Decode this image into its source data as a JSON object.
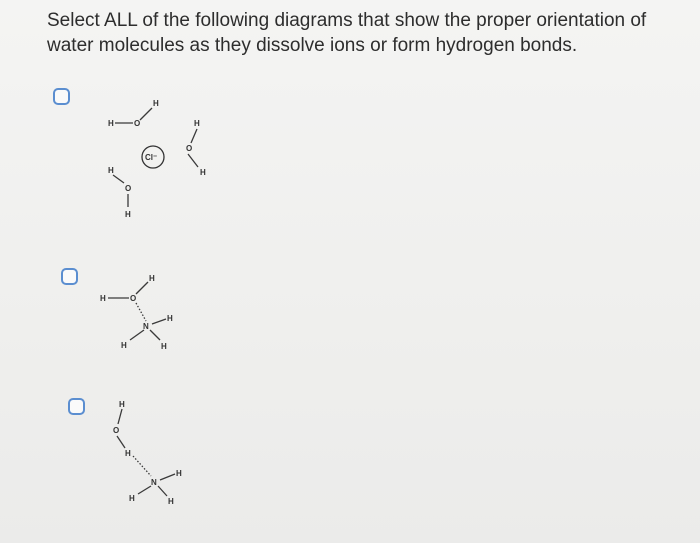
{
  "question": {
    "text": "Select ALL of the following diagrams that show the proper orientation of water molecules as they dissolve ions or form hydrogen bonds."
  },
  "options": [
    {
      "id": "option-a",
      "checked": false,
      "diagram": {
        "ion_label": "Cl⁻",
        "atoms": {
          "H": "H",
          "O": "O"
        }
      }
    },
    {
      "id": "option-b",
      "checked": false,
      "diagram": {
        "atoms": {
          "H": "H",
          "O": "O",
          "N": "N"
        }
      }
    },
    {
      "id": "option-c",
      "checked": false,
      "diagram": {
        "atoms": {
          "H": "H",
          "O": "O",
          "N": "N"
        }
      }
    }
  ],
  "colors": {
    "checkbox_border": "#5b8ed0",
    "text": "#2d2d2d",
    "background": "#f0f0ee"
  }
}
